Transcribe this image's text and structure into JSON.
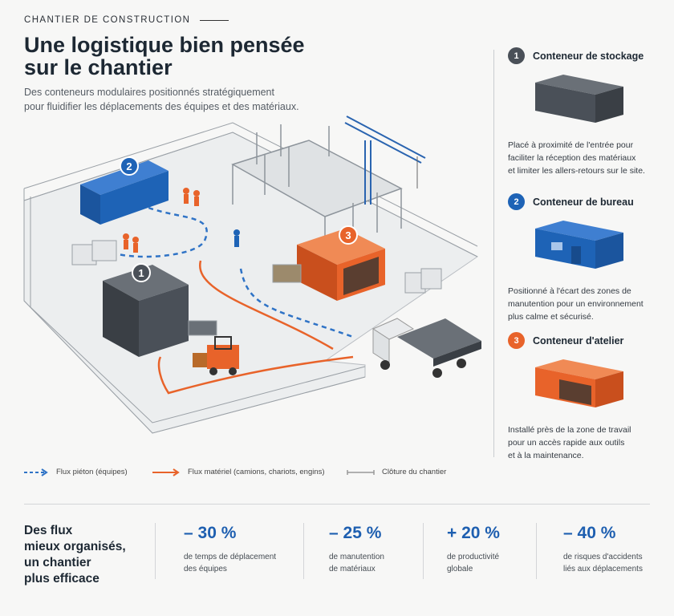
{
  "header": {
    "eyebrow": "CHANTIER DE CONSTRUCTION",
    "title_line1": "Une logistique bien pensée",
    "title_line2": "sur le chantier",
    "subtitle_line1": "Des conteneurs modulaires positionnés stratégiquement",
    "subtitle_line2": "pour fluidifier les déplacements des équipes et des matériaux."
  },
  "containers": [
    {
      "number": "1",
      "title": "Conteneur de stockage",
      "color": "#4a5058",
      "desc_lines": [
        "Placé à proximité de l'entrée pour",
        "faciliter la réception des matériaux",
        "et limiter les allers-retours sur le site."
      ]
    },
    {
      "number": "2",
      "title": "Conteneur de bureau",
      "color": "#1e63b6",
      "desc_lines": [
        "Positionné à l'écart des zones de",
        "manutention pour un environnement",
        "plus calme et sécurisé."
      ]
    },
    {
      "number": "3",
      "title": "Conteneur d'atelier",
      "color": "#e8632a",
      "desc_lines": [
        "Installé près de la zone de travail",
        "pour un accès rapide aux outils",
        "et à la maintenance."
      ]
    }
  ],
  "legend": {
    "pedestrian": "Flux piéton (équipes)",
    "material": "Flux matériel (camions, chariots, engins)",
    "fence": "Clôture du chantier"
  },
  "conclusion": {
    "lines": [
      "Des flux",
      "mieux organisés,",
      "un chantier",
      "plus efficace"
    ]
  },
  "stats": [
    {
      "value": "– 30 %",
      "label_lines": [
        "de temps de déplacement",
        "des équipes"
      ]
    },
    {
      "value": "– 25 %",
      "label_lines": [
        "de manutention",
        "de matériaux"
      ]
    },
    {
      "value": "+ 20 %",
      "label_lines": [
        "de productivité",
        "globale"
      ]
    },
    {
      "value": "– 40 %",
      "label_lines": [
        "de risques d'accidents",
        "liés aux déplacements"
      ]
    }
  ],
  "colors": {
    "storage": "#4a5058",
    "office": "#1e63b6",
    "workshop": "#e8632a",
    "pedestrian_flow": "#2f73c6",
    "material_flow": "#e8632a"
  }
}
